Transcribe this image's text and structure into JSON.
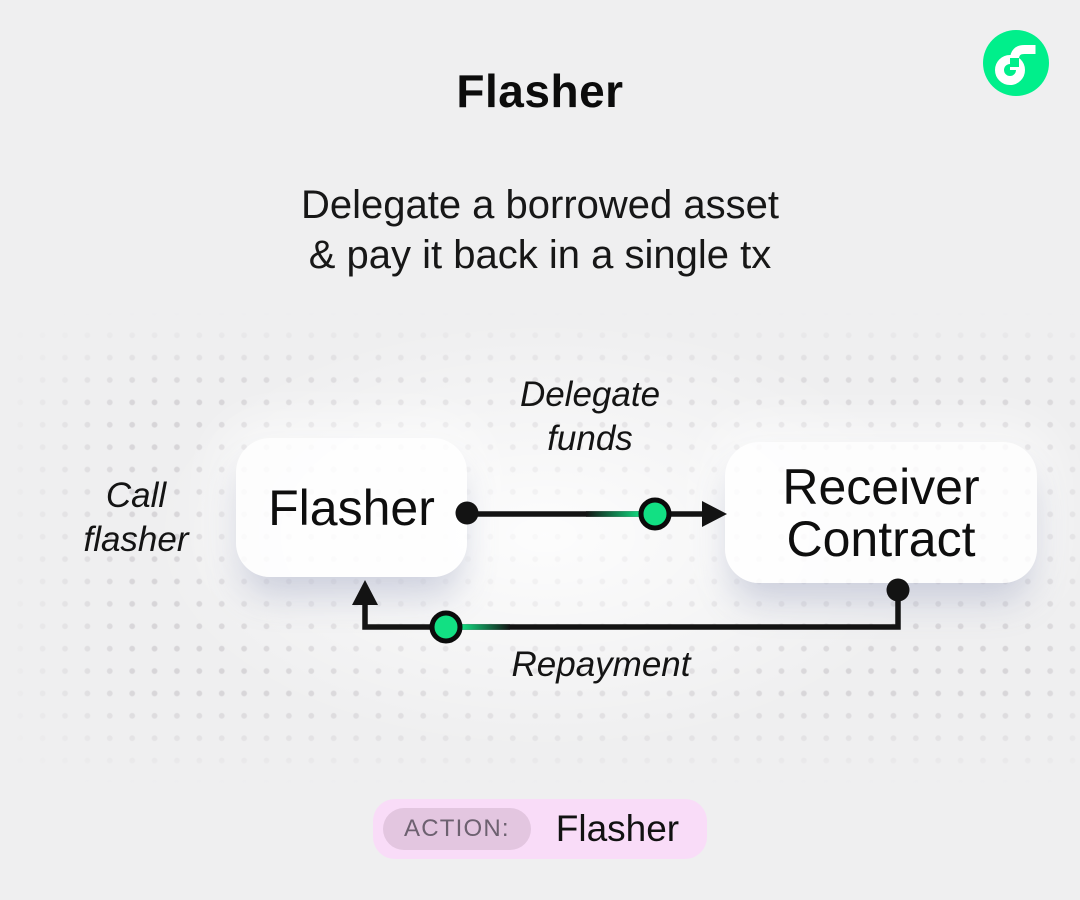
{
  "title": "Flasher",
  "subtitle": {
    "line1": "Delegate a borrowed asset",
    "line2": "& pay it back in a single tx"
  },
  "logo": {
    "name": "flow-logo"
  },
  "diagram": {
    "flasher_node": "Flasher",
    "receiver_node": {
      "line1": "Receiver",
      "line2": "Contract"
    },
    "call_label": {
      "line1": "Call",
      "line2": "flasher"
    },
    "delegate_label": {
      "line1": "Delegate",
      "line2": "funds"
    },
    "repayment_label": "Repayment"
  },
  "action_badge": {
    "label": "ACTION:",
    "value": "Flasher"
  },
  "colors": {
    "background": "#efeff0",
    "accent_green": "#12e083",
    "logo_green": "#00ef8b",
    "badge_pink": "#f9dcf8",
    "chip_pink": "#e3c6e0",
    "line_black": "#131313"
  }
}
